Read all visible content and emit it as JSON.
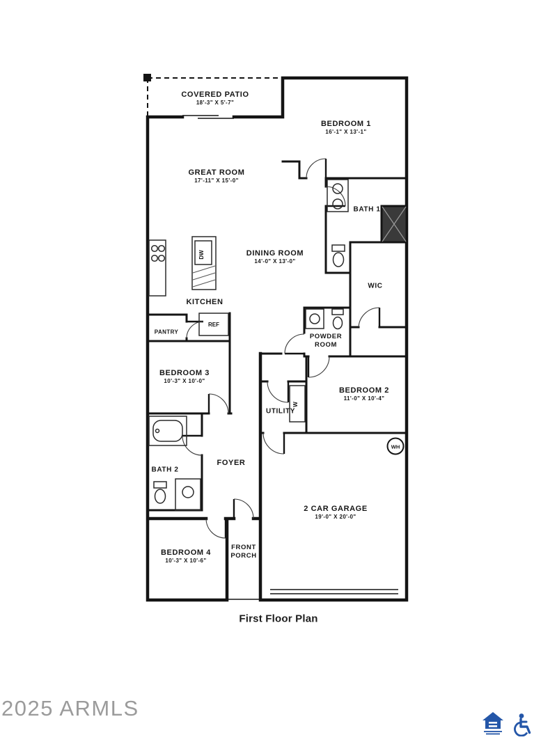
{
  "caption": "First Floor Plan",
  "watermark": "2025 ARMLS",
  "rooms": {
    "covered_patio": {
      "name": "COVERED PATIO",
      "dims": "18'-3\" X 5'-7\""
    },
    "bedroom1": {
      "name": "BEDROOM 1",
      "dims": "16'-1\" X 13'-1\""
    },
    "great_room": {
      "name": "GREAT ROOM",
      "dims": "17'-11\" X 15'-0\""
    },
    "bath1": {
      "name": "BATH 1"
    },
    "dining_room": {
      "name": "DINING ROOM",
      "dims": "14'-0\" X 13'-0\""
    },
    "wic": {
      "name": "WIC"
    },
    "kitchen": {
      "name": "KITCHEN"
    },
    "pantry": {
      "name": "PANTRY"
    },
    "powder_room": {
      "name": "POWDER ROOM"
    },
    "bedroom3": {
      "name": "BEDROOM 3",
      "dims": "10'-3\" X 10'-0\""
    },
    "bedroom2": {
      "name": "BEDROOM 2",
      "dims": "11'-0\" X 10'-4\""
    },
    "utility": {
      "name": "UTILITY"
    },
    "bath2": {
      "name": "BATH 2"
    },
    "foyer": {
      "name": "FOYER"
    },
    "garage": {
      "name": "2 CAR GARAGE",
      "dims": "19'-0\" X 20'-0\""
    },
    "bedroom4": {
      "name": "BEDROOM 4",
      "dims": "10'-3\" X 10'-6\""
    },
    "front_porch": {
      "name": "FRONT PORCH"
    }
  },
  "appliances": {
    "refrigerator": "REF",
    "dishwasher": "DW",
    "washer": "W",
    "water_heater": "WH"
  },
  "icons": {
    "equal_housing": "equal-housing-icon",
    "wheelchair": "wheelchair-icon"
  },
  "colors": {
    "wall": "#141414",
    "watermark": "#9b9b9b",
    "accent_blue": "#2456a8"
  }
}
